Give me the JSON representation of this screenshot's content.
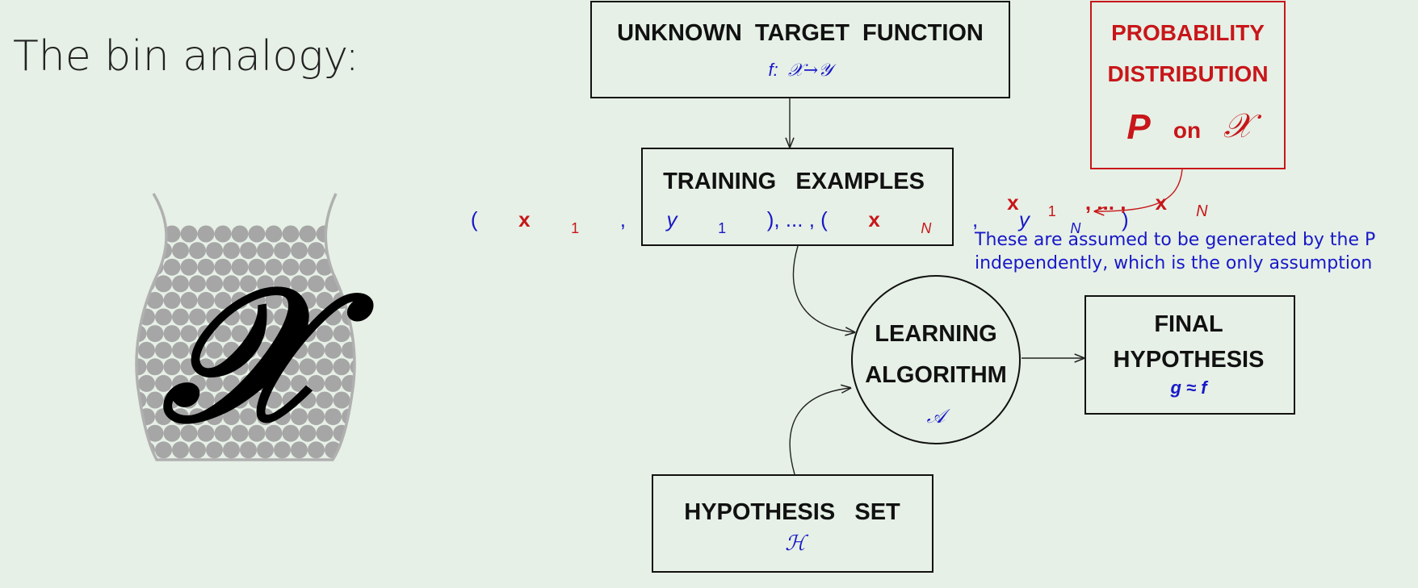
{
  "slide": {
    "title": "The bin analogy:"
  },
  "bin": {
    "symbol": "𝒳"
  },
  "target": {
    "title": "UNKNOWN  TARGET  FUNCTION",
    "formula_f": "f:",
    "formula_rest": "𝒳→𝒴"
  },
  "distribution": {
    "line1": "PROBABILITY",
    "line2": "DISTRIBUTION",
    "P": "P",
    "on": "on",
    "X": "𝒳"
  },
  "training": {
    "title": "TRAINING   EXAMPLES",
    "sub": {
      "open1": "(",
      "x1": "x",
      "x1_sub": "1",
      "comma1": ",",
      "y1": "y",
      "y1_sub": "1",
      "close1": "), ... , (",
      "xN": "x",
      "xN_sub": "N",
      "comma2": ",",
      "yN": "y",
      "yN_sub": "N",
      "close2": ")"
    }
  },
  "samples": {
    "x1": "x",
    "x1_sub": "1",
    "dots": ", ... ,",
    "xN": "x",
    "xN_sub": "N"
  },
  "annotation": {
    "line1": "These are assumed to be generated by the P",
    "line2": "independently, which is the only assumption"
  },
  "learning": {
    "line1": "LEARNING",
    "line2": "ALGORITHM",
    "symbol": "𝒜"
  },
  "final": {
    "line1": "FINAL",
    "line2": "HYPOTHESIS",
    "formula": "g ≈ f"
  },
  "hypothesis_set": {
    "title": "HYPOTHESIS   SET",
    "symbol": "ℋ"
  },
  "colors": {
    "background": "#e6f0e6",
    "blue": "#1818c8",
    "red": "#c8161a",
    "ball": "#a6a6a6",
    "jar": "#b0b0b0"
  }
}
